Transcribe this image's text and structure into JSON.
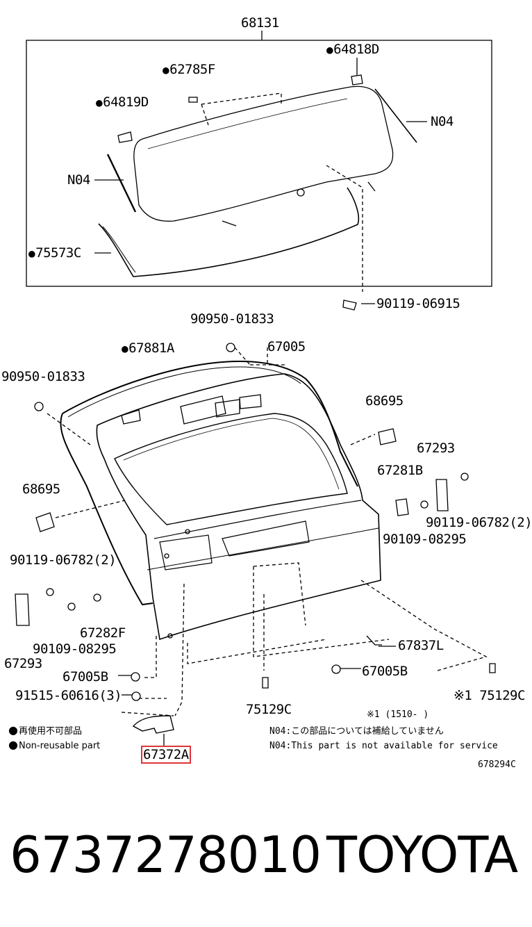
{
  "labels": {
    "p68131": "68131",
    "p64818d": "64818D",
    "p62785f": "62785F",
    "p64819d": "64819D",
    "n04_right": "N04",
    "n04_left": "N04",
    "p75573c": "75573C",
    "p90119_06915": "90119-06915",
    "p90950_top": "90950-01833",
    "p67881a": "67881A",
    "p67005": "67005",
    "p90950_left": "90950-01833",
    "p68695_right": "68695",
    "p67293_right": "67293",
    "p67281b": "67281B",
    "p68695_left": "68695",
    "p90119_06782_right": "90119-06782(2)",
    "p90109_08295_right": "90109-08295",
    "p90119_06782_left": "90119-06782(2)",
    "p67282f": "67282F",
    "p90109_08295_left": "90109-08295",
    "p67293_left": "67293",
    "p67837l": "67837L",
    "p67005b_left": "67005B",
    "p67005b_right": "67005B",
    "p91515": "91515-60616(3)",
    "p75129c_mid": "75129C",
    "p75129c_right": "※1 75129C",
    "p67372a": "67372A"
  },
  "legend": {
    "reusable_jp": "再使用不可部品",
    "reusable_en": "Non-reusable part"
  },
  "notes": {
    "footnote": "※1 (1510-      )",
    "n04_jp": "N04:この部品については補給していません",
    "n04_en": "N04:This part is not available for service",
    "code": "678294C"
  },
  "footer": {
    "part_number": "6737278010",
    "brand": "TOYOTA"
  },
  "colors": {
    "highlight": "#e0343a",
    "ink": "#000000"
  }
}
